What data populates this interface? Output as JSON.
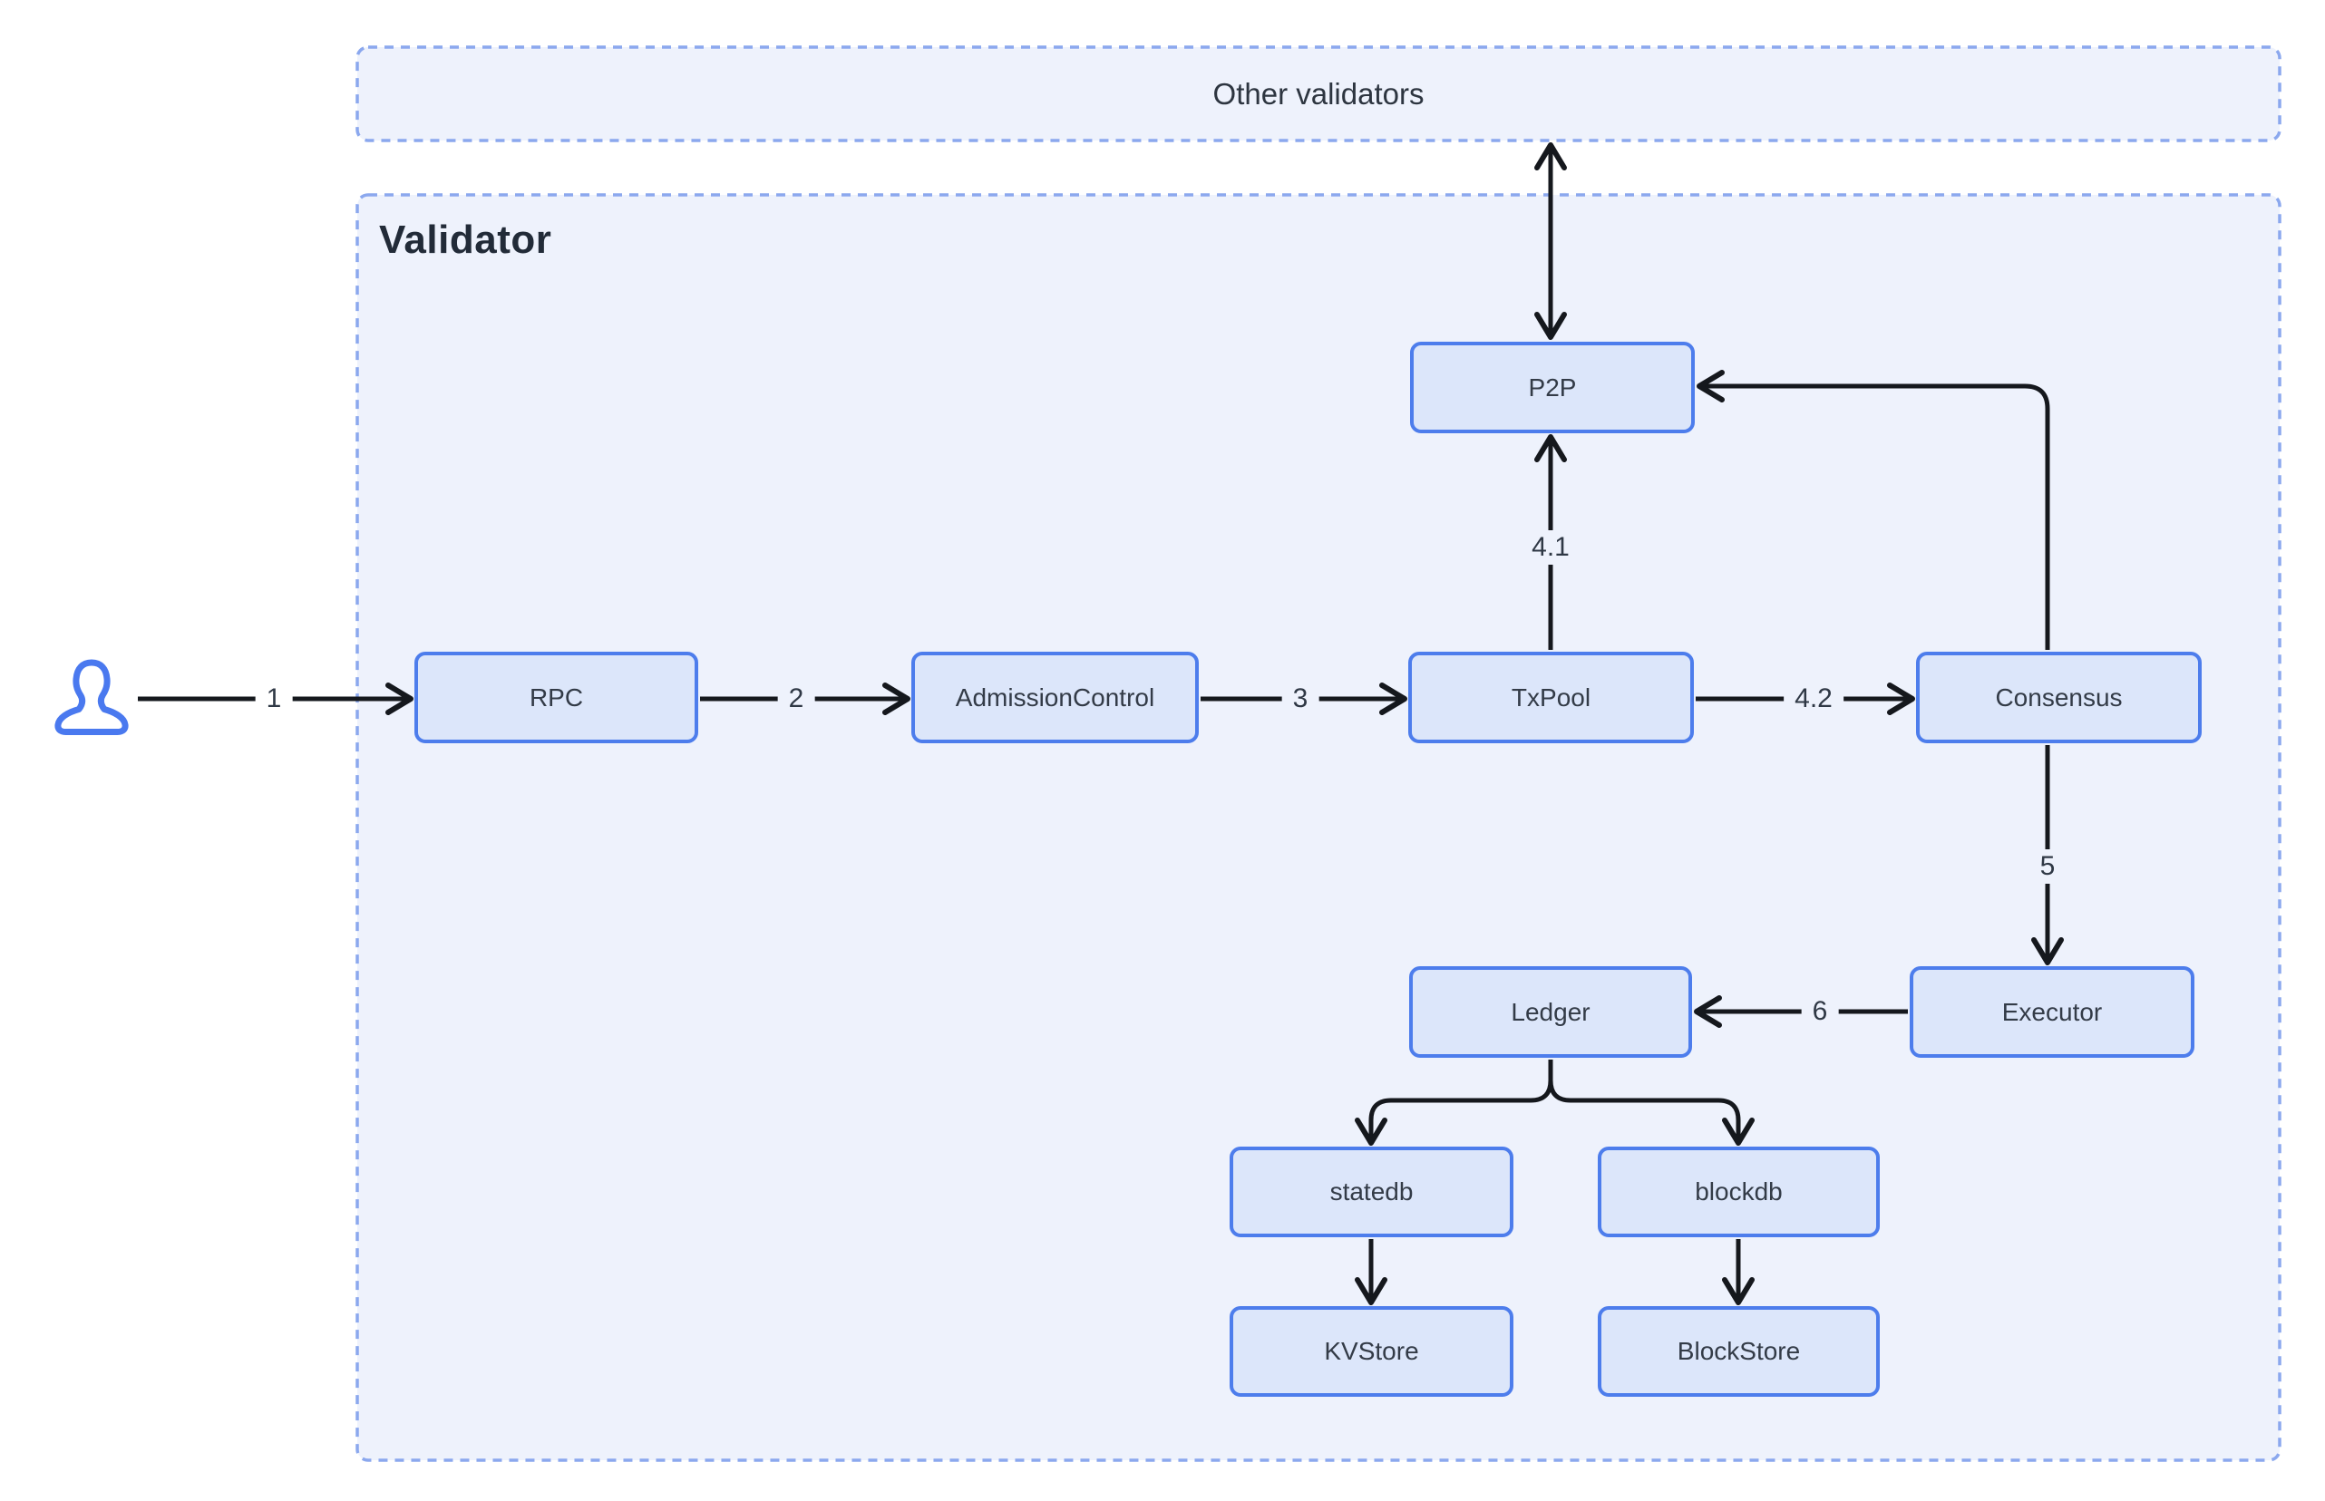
{
  "diagram": {
    "containers": {
      "other_validators": {
        "label": "Other validators"
      },
      "validator": {
        "label": "Validator"
      }
    },
    "nodes": {
      "rpc": {
        "label": "RPC"
      },
      "admission_control": {
        "label": "AdmissionControl"
      },
      "txpool": {
        "label": "TxPool"
      },
      "consensus": {
        "label": "Consensus"
      },
      "p2p": {
        "label": "P2P"
      },
      "executor": {
        "label": "Executor"
      },
      "ledger": {
        "label": "Ledger"
      },
      "statedb": {
        "label": "statedb"
      },
      "blockdb": {
        "label": "blockdb"
      },
      "kvstore": {
        "label": "KVStore"
      },
      "blockstore": {
        "label": "BlockStore"
      }
    },
    "edges": [
      {
        "from": "User",
        "to": "RPC",
        "label": "1"
      },
      {
        "from": "RPC",
        "to": "AdmissionControl",
        "label": "2"
      },
      {
        "from": "AdmissionControl",
        "to": "TxPool",
        "label": "3"
      },
      {
        "from": "TxPool",
        "to": "P2P",
        "label": "4.1"
      },
      {
        "from": "TxPool",
        "to": "Consensus",
        "label": "4.2"
      },
      {
        "from": "P2P",
        "to": "Other validators",
        "label": "",
        "bidirectional": true
      },
      {
        "from": "Consensus",
        "to": "P2P",
        "label": ""
      },
      {
        "from": "Consensus",
        "to": "Executor",
        "label": "5"
      },
      {
        "from": "Executor",
        "to": "Ledger",
        "label": "6"
      },
      {
        "from": "Ledger",
        "to": "statedb",
        "label": ""
      },
      {
        "from": "Ledger",
        "to": "blockdb",
        "label": ""
      },
      {
        "from": "statedb",
        "to": "KVStore",
        "label": ""
      },
      {
        "from": "blockdb",
        "to": "BlockStore",
        "label": ""
      }
    ],
    "icons": {
      "user": "user-icon"
    },
    "colors": {
      "page_background": "#ffffff",
      "container_fill": "#eef2fc",
      "container_border": "#8ba8ee",
      "node_fill": "#dce6fa",
      "node_border": "#4d7dec",
      "node_text": "#333b47",
      "title_text": "#222b38",
      "arrow": "#15181d",
      "user_icon": "#4a79ef"
    }
  }
}
